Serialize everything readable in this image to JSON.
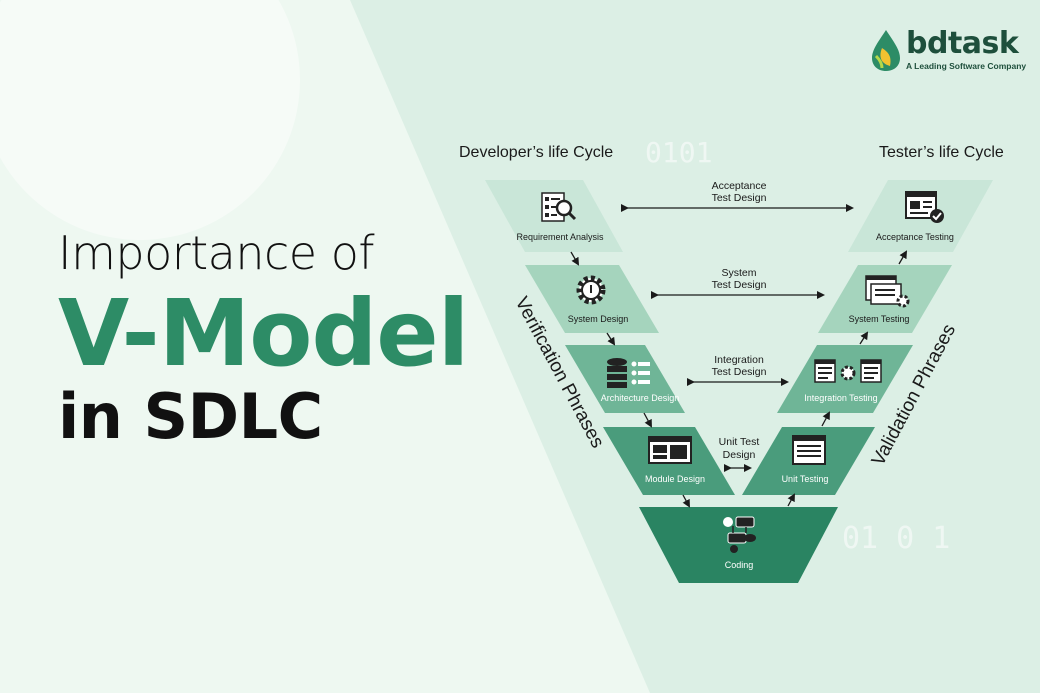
{
  "title": {
    "line1": "Importance of",
    "line2": "V-Model",
    "line3": "in SDLC"
  },
  "logo": {
    "name": "bdtask",
    "tagline": "A Leading Software Company"
  },
  "headers": {
    "developer": "Developer’s life Cycle",
    "tester": "Tester’s life Cycle"
  },
  "left_steps": [
    "Requirement Analysis",
    "System Design",
    "Architecture Design",
    "Module Design"
  ],
  "right_steps": [
    "Acceptance Testing",
    "System Testing",
    "Integration Testing",
    "Unit Testing"
  ],
  "bottom_step": "Coding",
  "links": [
    {
      "line1": "Acceptance",
      "line2": "Test Design"
    },
    {
      "line1": "System",
      "line2": "Test Design"
    },
    {
      "line1": "Integration",
      "line2": "Test Design"
    },
    {
      "line1": "Unit Test",
      "line2": "Design"
    }
  ],
  "phases": {
    "verification": "Verification Phrases",
    "validation": "Validation Phrases"
  },
  "decor": {
    "binary_top": "0101",
    "binary_bottom": "01  0  1"
  },
  "colors": {
    "brand_green": "#2d8c66",
    "level1": "#c9e6d8",
    "level2": "#a5d4bd",
    "level3": "#6fb597",
    "level4": "#4a9c7c",
    "level5": "#2a8462"
  },
  "icons": {
    "requirement": "checklist-magnifier-icon",
    "system_design": "gear-icon",
    "architecture": "database-list-icon",
    "module": "layout-window-icon",
    "coding": "code-nodes-icon",
    "unit_testing": "document-window-icon",
    "integration_testing": "network-windows-icon",
    "system_testing": "windows-gear-icon",
    "acceptance_testing": "document-check-icon"
  }
}
